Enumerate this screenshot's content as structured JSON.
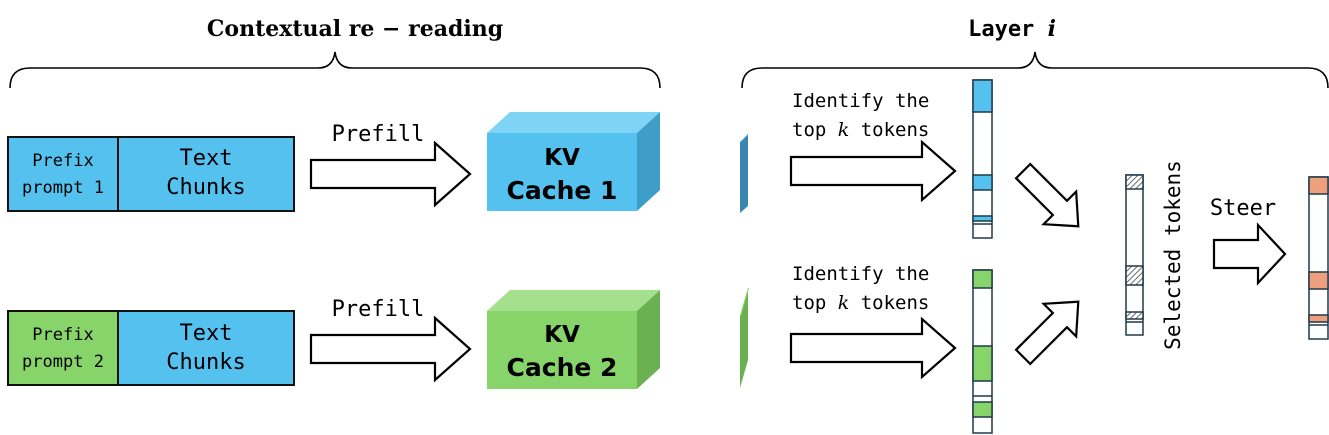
{
  "left_section": {
    "title": "Contextual re − reading",
    "rows": [
      {
        "prefix_line1": "Prefix",
        "prefix_line2": "prompt 1",
        "text_line1": "Text",
        "text_line2": "Chunks",
        "arrow_label": "Prefill",
        "cache_line1": "KV",
        "cache_line2": "Cache 1",
        "color": "#55c1ef"
      },
      {
        "prefix_line1": "Prefix",
        "prefix_line2": "prompt 2",
        "text_line1": "Text",
        "text_line2": "Chunks",
        "arrow_label": "Prefill",
        "cache_line1": "KV",
        "cache_line2": "Cache 2",
        "color": "#86d46a"
      }
    ]
  },
  "right_section": {
    "title_prefix": "Layer ",
    "title_var": "i",
    "identify_line1": "Identify the",
    "identify_line2_prefix": "top ",
    "identify_line2_var": "k",
    "identify_line2_suffix": " tokens",
    "selected_label": "Selected tokens",
    "steer_label": "Steer"
  },
  "colors": {
    "blue": "#55c1ef",
    "green": "#86d46a",
    "orange": "#eea07e",
    "column_border": "#1f3a4a",
    "text_chunk_blue": "#55c1ef"
  }
}
